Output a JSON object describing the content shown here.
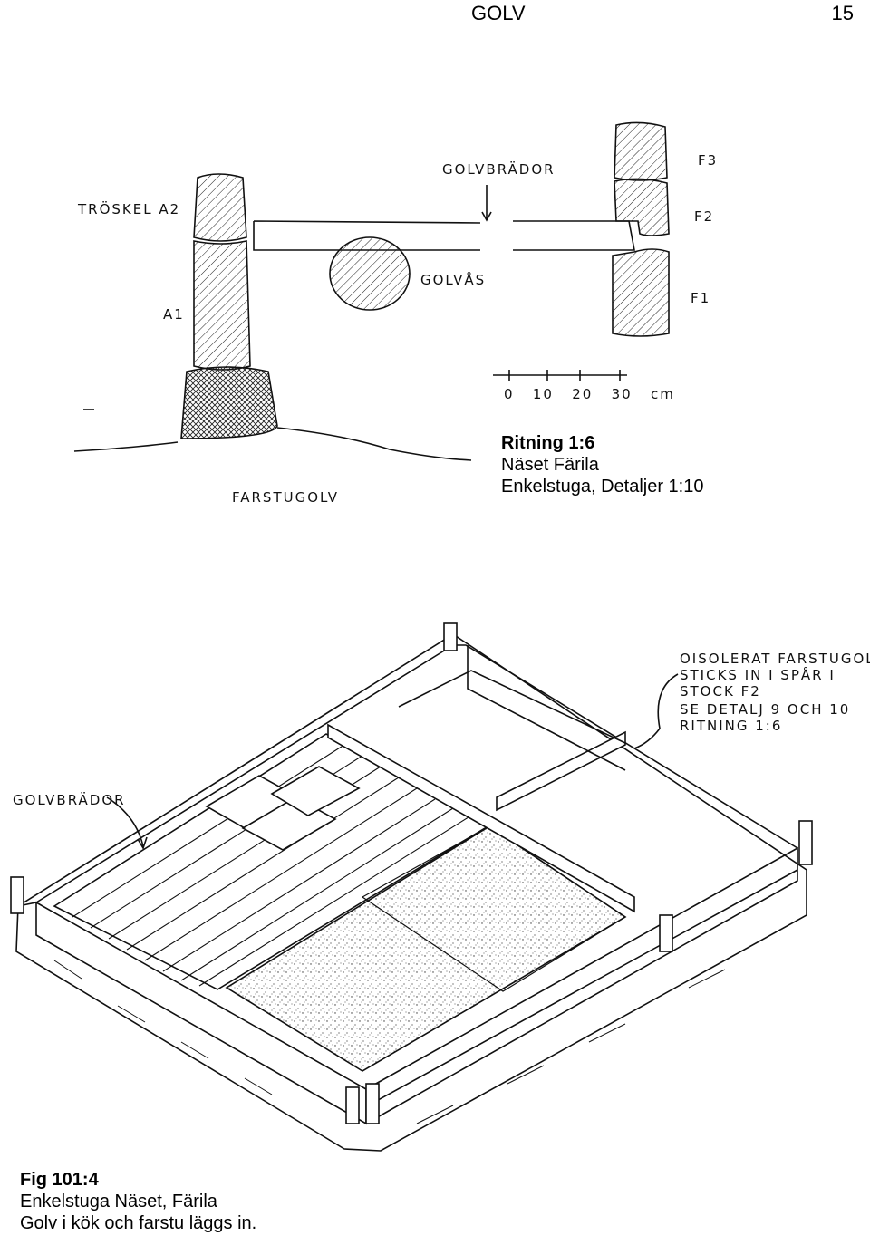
{
  "header": {
    "title": "GOLV",
    "page_number": "15"
  },
  "drawing_top": {
    "labels": {
      "golvbrador": "GOLVBRÄDOR",
      "troskel": "TRÖSKEL A2",
      "a1": "A1",
      "golvas": "GOLVÅS",
      "f3": "F3",
      "f2": "F2",
      "f1": "F1",
      "farstugolv": "FARSTUGOLV",
      "scale": "0   10   20   30   cm"
    }
  },
  "caption_top": {
    "line1": "Ritning 1:6",
    "line2": "Näset Färila",
    "line3": "Enkelstuga, Detaljer 1:10"
  },
  "drawing_bottom": {
    "labels": {
      "golvbrador": "GOLVBRÄDOR",
      "note1": "OISOLERAT FARSTUGOLV",
      "note2": "STICKS IN I SPÅR I",
      "note3": "STOCK F2",
      "note4": "SE DETALJ 9 OCH 10",
      "note5": "RITNING 1:6"
    }
  },
  "caption_bottom": {
    "line1": "Fig 101:4",
    "line2": "Enkelstuga Näset, Färila",
    "line3": "Golv i kök och farstu läggs in."
  }
}
